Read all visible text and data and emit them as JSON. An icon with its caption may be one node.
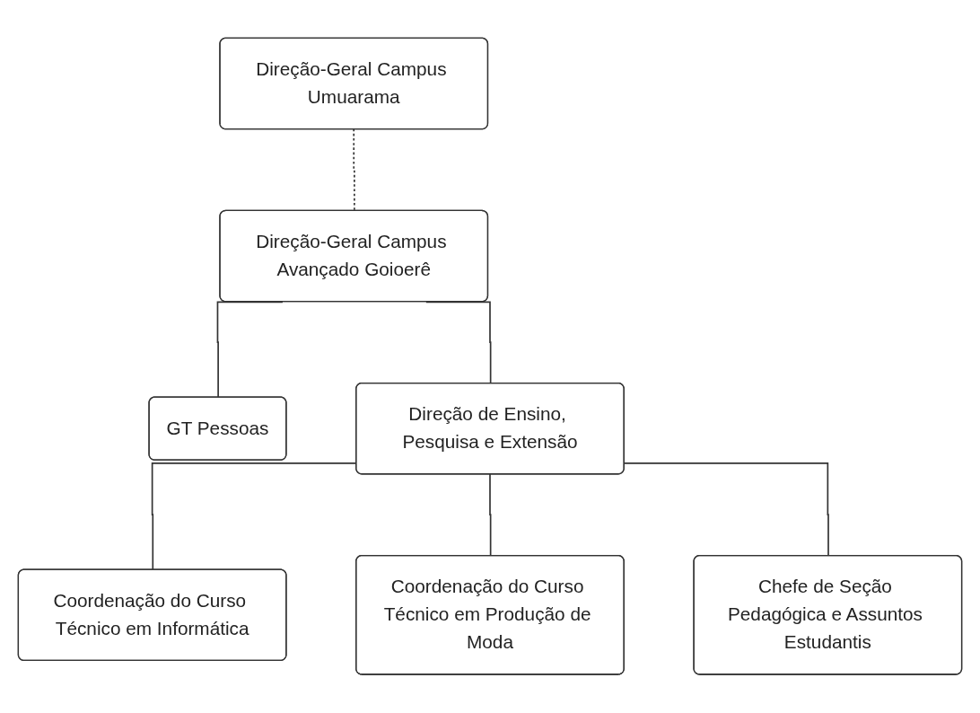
{
  "diagram": {
    "nodes": [
      {
        "text": [
          "Direção-Geral Campus Umuarama"
        ]
      },
      {
        "text": [
          "Direção-Geral Campus Avançado Goioerê"
        ]
      },
      {
        "text": [
          "GT Pessoas"
        ]
      },
      {
        "text": [
          "Direção de Ensino, Pesquisa e Extensão"
        ]
      },
      {
        "text": [
          "Coordenação do Curso Técnico em Informática"
        ]
      },
      {
        "text": [
          "Coordenação do Curso Técnico em Produção de Moda"
        ]
      },
      {
        "text": [
          "Chefe de Seção Pedagógica e Assuntos Estudantis"
        ]
      }
    ],
    "edges": [
      {
        "from": 0,
        "to": 1,
        "arrow": "none",
        "style": "dashed"
      },
      {
        "from": 1,
        "to": 2,
        "arrow": "none"
      },
      {
        "from": 1,
        "to": 3,
        "arrow": "none"
      },
      {
        "from": 3,
        "to": 4,
        "arrow": "none"
      },
      {
        "from": 3,
        "to": 5,
        "arrow": "none"
      },
      {
        "from": 3,
        "to": 6,
        "arrow": "none"
      }
    ]
  }
}
